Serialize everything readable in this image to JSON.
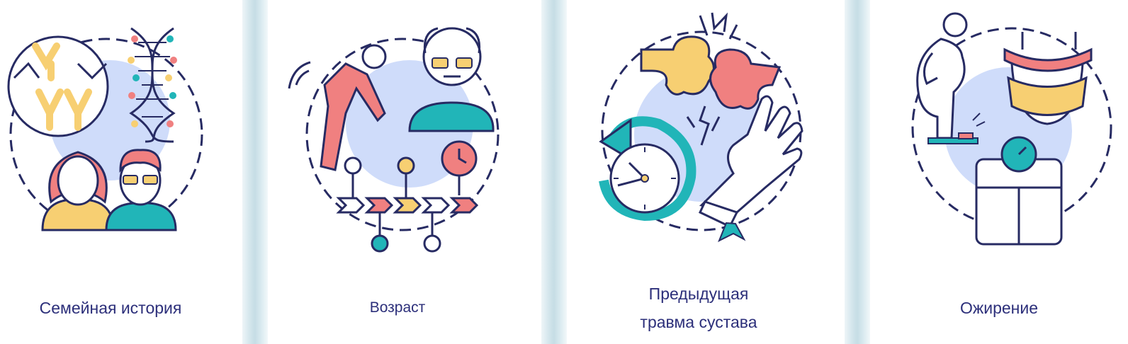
{
  "colors": {
    "navy": "#272b63",
    "coral": "#f08080",
    "yellow": "#f7cf72",
    "teal": "#21b5b8",
    "lightBlue": "#cfdcfa",
    "caption": "#2c2f7a",
    "divider": "#c6dde5"
  },
  "cards": [
    {
      "label": "Семейная история",
      "icon": "family-history-icon"
    },
    {
      "label": "Возраст",
      "icon": "age-icon"
    },
    {
      "label_line1": "Предыдущая",
      "label_line2": "травма сустава",
      "icon": "joint-injury-icon"
    },
    {
      "label": "Ожирение",
      "icon": "obesity-icon"
    }
  ]
}
